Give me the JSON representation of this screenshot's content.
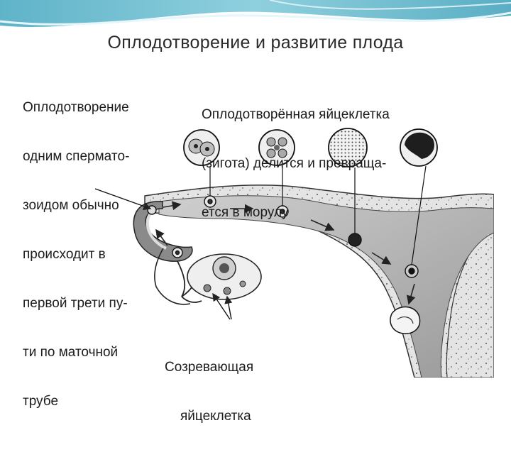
{
  "slide": {
    "title": "Оплодотворение и развитие плода"
  },
  "figure": {
    "note_fertilization_lines": [
      "Оплодотворение",
      "одним сперматo-",
      "зоидом обычно",
      "происходит в",
      "первой трети пу-",
      "ти по маточной",
      "трубе"
    ],
    "note_zygote_lines": [
      "Оплодотворённая яйцеклетка",
      "(зигота) делится и превраща-",
      "ется в морулу"
    ],
    "note_oocyte_lines": [
      "Созревающая",
      "яйцеклетка"
    ]
  },
  "colors": {
    "header_teal": "#7fc6d6",
    "header_light": "#d6eef4",
    "title_text": "#2b2b2b",
    "tissue_dark": "#7a7a7a",
    "tissue_light": "#d9d9d9",
    "lumen": "#bdbdbd"
  }
}
